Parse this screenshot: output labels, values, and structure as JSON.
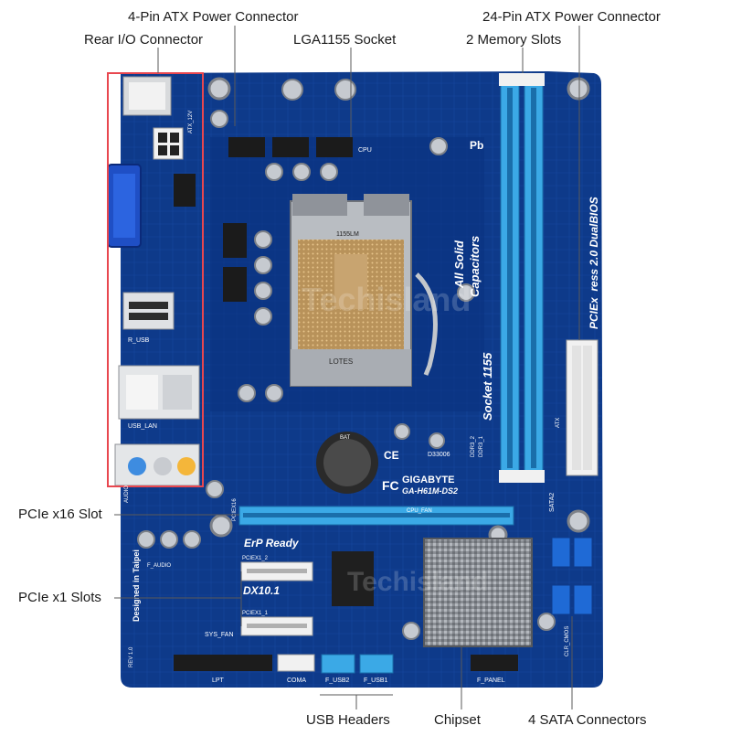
{
  "callouts": {
    "rear_io": "Rear I/O Connector",
    "atx4": "4-Pin ATX Power Connector",
    "lga": "LGA1155 Socket",
    "atx24": "24-Pin ATX Power Connector",
    "memory": "2 Memory Slots",
    "pcie16": "PCIe x16 Slot",
    "pcie1": "PCIe x1 Slots",
    "usb": "USB Headers",
    "chipset": "Chipset",
    "sata": "4 SATA Connectors"
  },
  "board": {
    "all_solid": "All Solid",
    "capacitors": "Capacitors",
    "socket_text": "Socket 1155",
    "pciex_text": "PCIEx  ress 2.0 DualBIOS",
    "brand": "GIGABYTE",
    "model": "GA-H61M-DS2",
    "erp": "ErP Ready",
    "dx": "DX10.1",
    "taipei": "Designed in Taipei",
    "lpt": "LPT",
    "f_usb2": "F_USB2",
    "f_usb1": "F_USB1",
    "f_panel": "F_PANEL",
    "com": "COMA",
    "sys_fan": "SYS_FAN",
    "usb_lan": "USB_LAN",
    "r_usb": "R_USB",
    "sata2": "SATA2",
    "pciex1_2": "PCIEX1_2",
    "pciex1_1": "PCIEX1_1",
    "pciex16": "PCIEX16",
    "cpu": "CPU",
    "atx12v": "ATX_12V",
    "d33006": "D33006",
    "socket_mark": "1155LM",
    "socket_plate": "LOTES",
    "watermark": "Techisland",
    "fc": "FC",
    "ce": "CE",
    "rev": "REV 1.0",
    "ddr3_1": "DDR3_1",
    "ddr3_2": "DDR3_2",
    "audio": "AUDIO",
    "clr_cmos": "CLR_CMOS",
    "f_audio": "F_AUDIO",
    "cpu_fan": "CPU_FAN",
    "atx": "ATX",
    "bat": "BAT",
    "pb": "Pb"
  },
  "colors": {
    "pcb": "#0e3a8a",
    "pcb_dark": "#062866",
    "trace": "#1d56b8",
    "slot_blue": "#3ba9e6",
    "slot_white": "#f1f1f1",
    "silkscreen": "#ffffff",
    "callout_line": "#5a5a5a",
    "region_box": "#e8474f"
  }
}
